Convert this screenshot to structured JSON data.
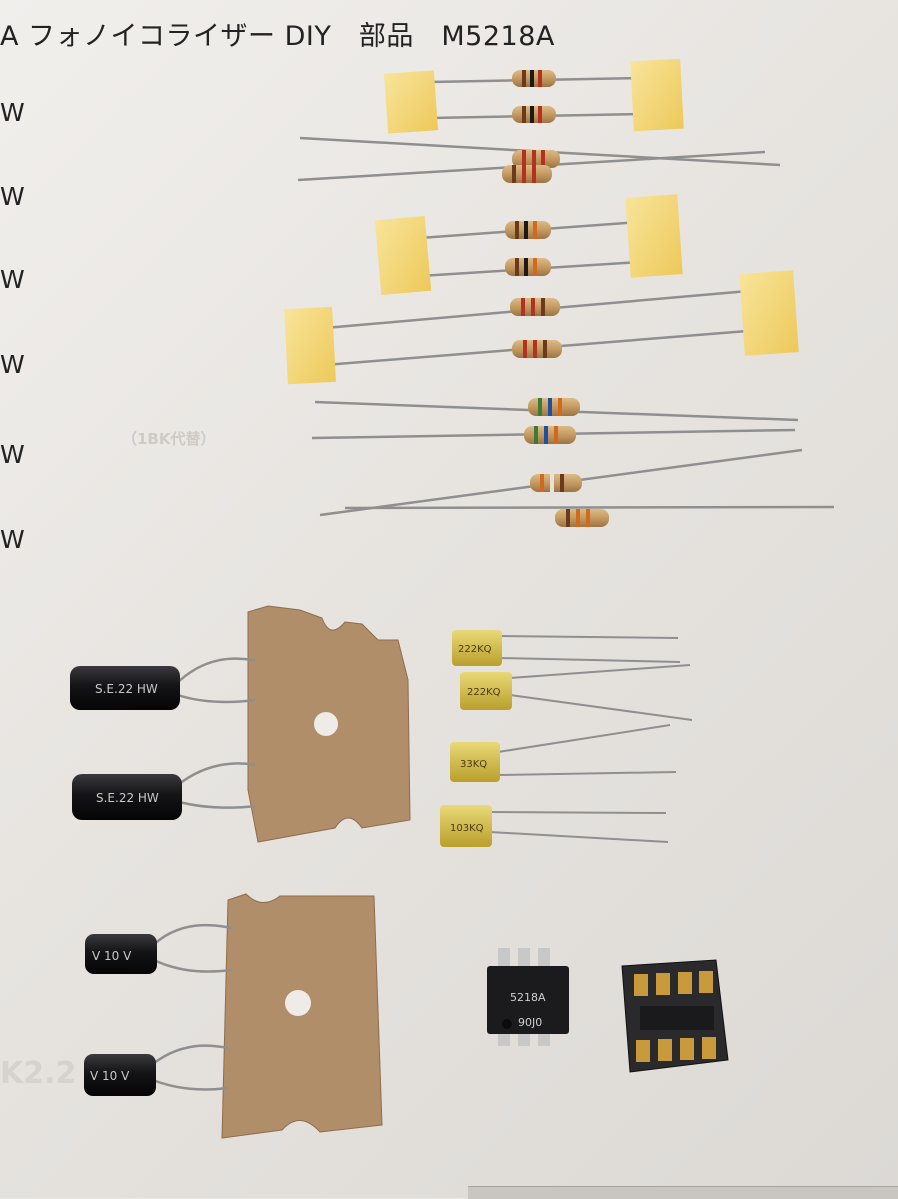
{
  "title_text": "A フォノイコライザー DIY　部品　M5218A",
  "power_rating_suffix": [
    "W",
    "W",
    "W",
    "W",
    "W",
    "W"
  ],
  "faint_backprint": "（1BK代替）",
  "faint_cap_text": "K2.2",
  "capacitor_labels": [
    "222KQ",
    "222KQ",
    "33KQ",
    "103KQ"
  ],
  "electrolytic_labels": [
    "S.E.22 HW",
    "S.E.22 HW",
    "V 10 V",
    "V 10 V"
  ],
  "ic": {
    "part": "5218A",
    "code": "90J0"
  },
  "colors": {
    "tape": "#f3d77a",
    "cardboard": "#b08d69",
    "film_cap": "#d8c24a",
    "electrolytic": "#1c1c1e",
    "resistor_body": "#c9a46f"
  }
}
